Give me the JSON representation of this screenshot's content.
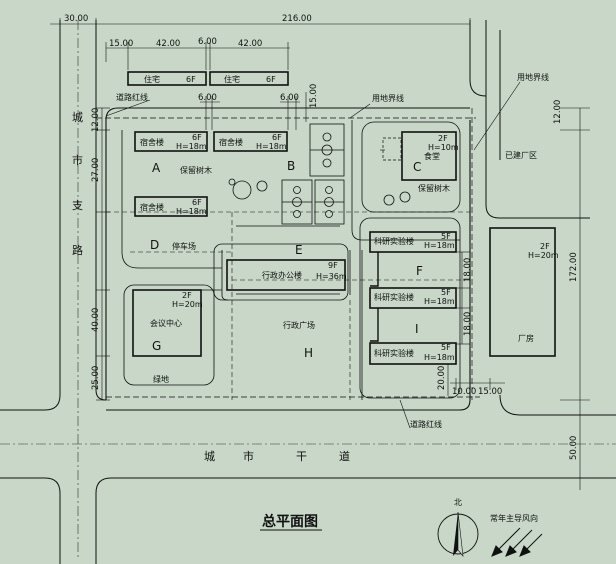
{
  "colors": {
    "background": "#c8d7c8",
    "line": "#111111"
  },
  "dimensions": {
    "top_left_30": "30.00",
    "top_216": "216.00",
    "d15_top": "15.00",
    "d42_a": "42.00",
    "d6_a": "6.00",
    "d42_b": "42.00",
    "d6_mid": "6.00",
    "d6_right": "6.00",
    "d15_vertical": "15.00",
    "left_12": "12.00",
    "left_27": "27.00",
    "left_40": "40.00",
    "left_25": "25.00",
    "right_12": "12.00",
    "right_172": "172.00",
    "right_50": "50.00",
    "lab_18_a": "18.00",
    "lab_18_b": "18.00",
    "lab_20": "20.00",
    "bottom_10": "10.00",
    "bottom_15": "15.00"
  },
  "roads": {
    "west": [
      "城",
      "市",
      "支",
      "路"
    ],
    "south": [
      "城",
      "市",
      "干",
      "道"
    ]
  },
  "labels": {
    "road_redline_top": "道路红线",
    "road_redline_bottom": "道路红线",
    "site_boundary": "用地界线",
    "site_boundary_right": "用地界线",
    "existing_zone": "已建厂区",
    "trees_1": "保留树木",
    "trees_2": "保留树木",
    "greenbelt": "绿地",
    "admin_plaza": "行政广场",
    "parking": "停车场",
    "title": "总平面图",
    "north": "北",
    "wind": "常年主导风向"
  },
  "buildings": {
    "house1": {
      "name": "住宅",
      "floors": "6F"
    },
    "house2": {
      "name": "住宅",
      "floors": "6F"
    },
    "dorm1": {
      "name": "宿舍楼",
      "floors": "6F",
      "height": "H=18m"
    },
    "dorm2": {
      "name": "宿舍楼",
      "floors": "6F",
      "height": "H=18m"
    },
    "dorm3": {
      "name": "宿舍楼",
      "floors": "6F",
      "height": "H=18m"
    },
    "canteen": {
      "name": "食堂",
      "floors": "2F",
      "height": "H=10m"
    },
    "admin": {
      "name": "行政办公楼",
      "floors": "9F",
      "height": "H=36m"
    },
    "lab1": {
      "name": "科研实验楼",
      "floors": "5F",
      "height": "H=18m"
    },
    "lab2": {
      "name": "科研实验楼",
      "floors": "5F",
      "height": "H=18m"
    },
    "lab3": {
      "name": "科研实验楼",
      "floors": "5F",
      "height": "H=18m"
    },
    "conference": {
      "name": "会议中心",
      "floors": "2F",
      "height": "H=20m"
    },
    "factory": {
      "name": "厂房",
      "floors": "2F",
      "height": "H=20m"
    }
  },
  "zones": [
    "A",
    "B",
    "C",
    "D",
    "E",
    "F",
    "G",
    "H",
    "I"
  ]
}
